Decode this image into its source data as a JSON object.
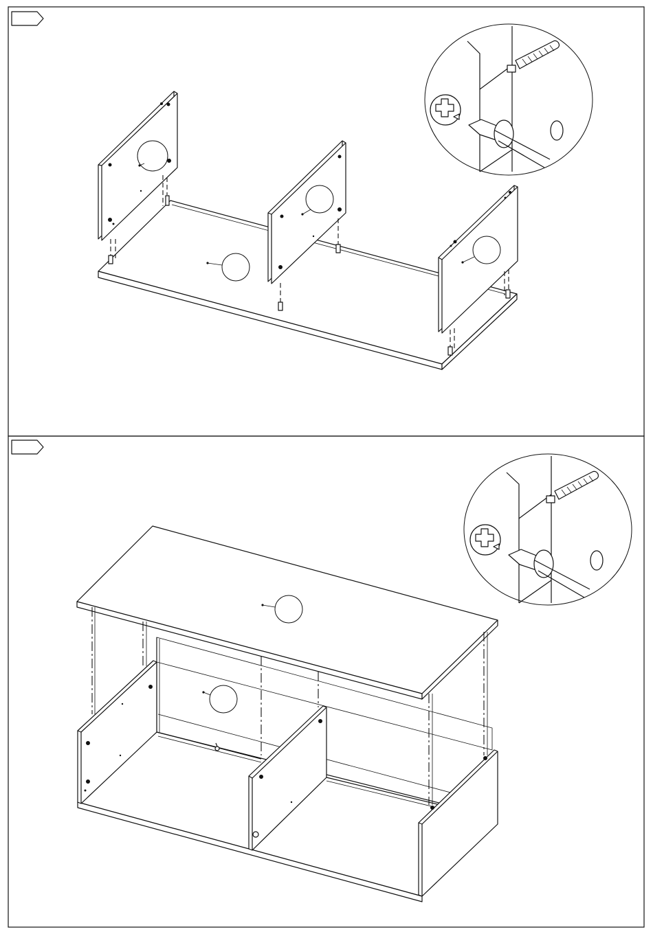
{
  "document": {
    "type": "assembly-instructions",
    "steps": [
      {
        "label": "",
        "panel": "top",
        "callout_labels": [
          "",
          "",
          "",
          ""
        ]
      },
      {
        "label": "",
        "panel": "bottom",
        "callout_labels": [
          "",
          ""
        ]
      }
    ],
    "colors": {
      "line": "#111111",
      "paper": "#ffffff"
    },
    "icons": [
      "cam-lock-icon",
      "dowel-icon",
      "screwdriver-icon",
      "step-tag-icon"
    ]
  }
}
